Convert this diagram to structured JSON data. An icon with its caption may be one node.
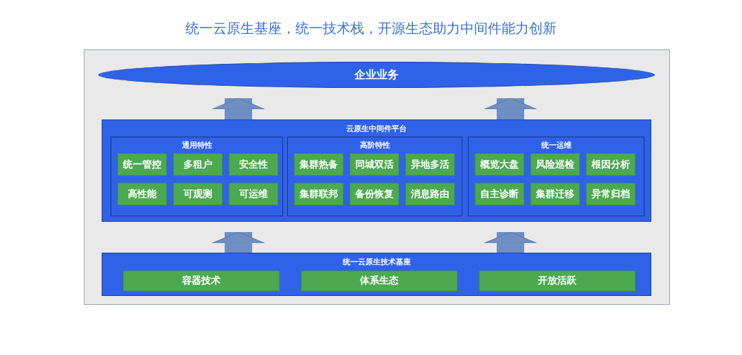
{
  "diagram": {
    "title": "统一云原生基座，统一技术栈，开源生态助力中间件能力创新",
    "nodes": [
      {
        "text": [],
        "shape": "box"
      },
      {
        "text": [
          "企业业务"
        ],
        "in": 0
      },
      {
        "text": [
          "云原生中间件平台"
        ],
        "in": 0
      },
      {
        "text": [
          "通用特性"
        ],
        "in": 2
      },
      {
        "text": [
          "统一管控"
        ],
        "in": 3
      },
      {
        "text": [
          "多租户"
        ],
        "in": 3
      },
      {
        "text": [
          "安全性"
        ],
        "in": 3
      },
      {
        "text": [
          "高性能"
        ],
        "in": 3
      },
      {
        "text": [
          "可观测"
        ],
        "in": 3
      },
      {
        "text": [
          "可运维"
        ],
        "in": 3
      },
      {
        "text": [
          "高阶特性"
        ],
        "in": 2
      },
      {
        "text": [
          "集群热备"
        ],
        "in": 10
      },
      {
        "text": [
          "同城双活"
        ],
        "in": 10
      },
      {
        "text": [
          "异地多活"
        ],
        "in": 10
      },
      {
        "text": [
          "集群联邦"
        ],
        "in": 10
      },
      {
        "text": [
          "备份恢复"
        ],
        "in": 10
      },
      {
        "text": [
          "消息路由"
        ],
        "in": 10
      },
      {
        "text": [
          "统一运维"
        ],
        "in": 2
      },
      {
        "text": [
          "概览大盘"
        ],
        "in": 17
      },
      {
        "text": [
          "风险巡检"
        ],
        "in": 17
      },
      {
        "text": [
          "根因分析"
        ],
        "in": 17
      },
      {
        "text": [
          "自主诊断"
        ],
        "in": 17
      },
      {
        "text": [
          "集群迁移"
        ],
        "in": 17
      },
      {
        "text": [
          "异常归档"
        ],
        "in": 17
      },
      {
        "text": [
          "统一云原生技术基座"
        ],
        "in": 0
      },
      {
        "text": [
          "容器技术"
        ],
        "in": 24
      },
      {
        "text": [
          "体系生态"
        ],
        "in": 24
      },
      {
        "text": [
          "开放活跃"
        ],
        "in": 24
      }
    ],
    "edges": [
      {
        "from": 2,
        "to": 1,
        "arrow": "to"
      },
      {
        "from": 2,
        "to": 1,
        "arrow": "to"
      },
      {
        "from": 24,
        "to": 2,
        "arrow": "to"
      },
      {
        "from": 24,
        "to": 2,
        "arrow": "to"
      }
    ]
  }
}
